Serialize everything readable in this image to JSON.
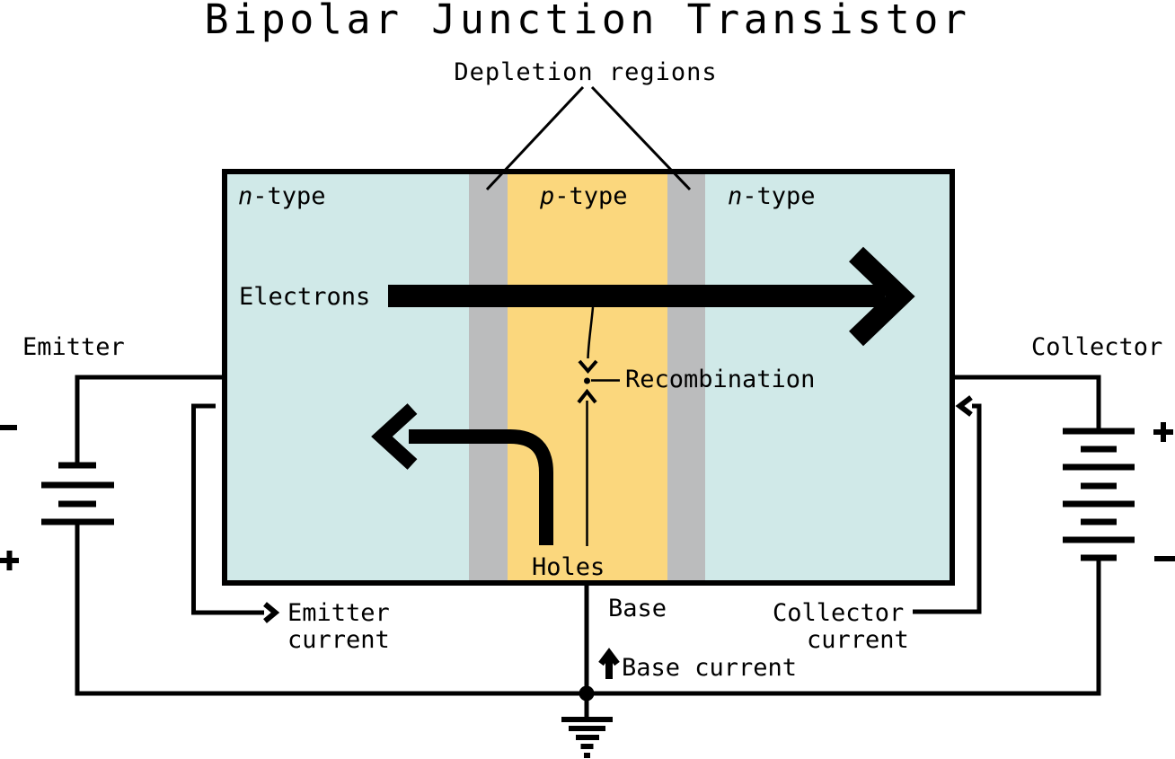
{
  "title": "Bipolar Junction Transistor",
  "annotations": {
    "depletion": "Depletion regions",
    "electrons": "Electrons",
    "holes": "Holes",
    "recombination": "Recombination"
  },
  "regions": {
    "emitter": {
      "prefix": "n",
      "suffix": "-type"
    },
    "base": {
      "prefix": "p",
      "suffix": "-type"
    },
    "collector": {
      "prefix": "n",
      "suffix": "-type"
    }
  },
  "terminals": {
    "emitter": "Emitter",
    "base": "Base",
    "collector": "Collector"
  },
  "currents": {
    "emitter_line1": "Emitter",
    "emitter_line2": "current",
    "collector_line1": "Collector",
    "collector_line2": "current",
    "base": "Base current"
  },
  "battery_left": {
    "top_sign": "−",
    "bottom_sign": "+"
  },
  "battery_right": {
    "top_sign": "+",
    "bottom_sign": "−"
  },
  "colors": {
    "n_region": "#d0e9e8",
    "p_region": "#fbd77d",
    "depletion_region": "#bbbcbd",
    "outline": "#000000",
    "background": "#ffffff"
  }
}
